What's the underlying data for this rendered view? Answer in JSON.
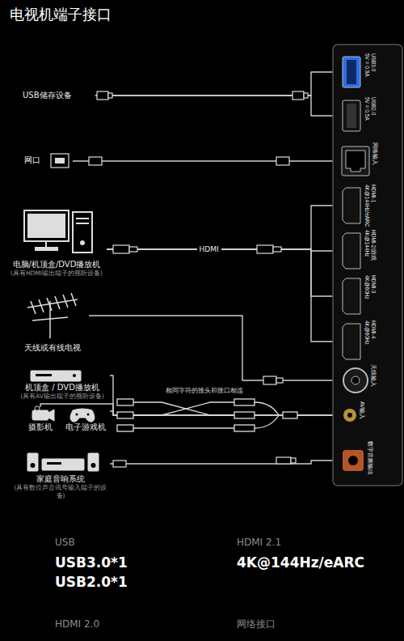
{
  "diagram": {
    "title": "电视机端子接口",
    "nodes": [
      {
        "text": [
          "USB储存设备"
        ]
      },
      {
        "text": [
          "网口"
        ]
      },
      {
        "text": [
          "电脑/机顶盒/DVD播放机",
          "(具有HDMI输出端子的视听设备)"
        ]
      },
      {
        "text": [
          "天线或有线电视"
        ]
      },
      {
        "text": [
          "机顶盒 / DVD播放机",
          "(具有AV输出端子的视听设备)"
        ]
      },
      {
        "text": [
          "摄影机"
        ]
      },
      {
        "text": [
          "电子游戏机"
        ]
      },
      {
        "text": [
          "家庭音响系统",
          "(具有数位声音讯号输入端子的设备)"
        ]
      },
      {
        "text": [
          "USB3.0",
          "5V = 0.9A"
        ]
      },
      {
        "text": [
          "USB2.0",
          "5V = 0.5A"
        ]
      },
      {
        "text": [
          "网络输入"
        ]
      },
      {
        "text": [
          "HDMI-1",
          "4K@144Hz/eARC"
        ]
      },
      {
        "text": [
          "HDMI-2/游戏",
          "4K@144Hz"
        ]
      },
      {
        "text": [
          "HDMI-3",
          "4K@60Hz"
        ]
      },
      {
        "text": [
          "HDMI-4",
          "4K@60Hz"
        ]
      },
      {
        "text": [
          "天线输入"
        ]
      },
      {
        "text": [
          "AV输入"
        ]
      },
      {
        "text": [
          "数字音频输出"
        ]
      }
    ],
    "edges": [
      {
        "from": 0,
        "to": 8,
        "arrow": "none"
      },
      {
        "from": 0,
        "to": 9,
        "arrow": "none"
      },
      {
        "from": 1,
        "to": 10,
        "arrow": "none"
      },
      {
        "from": 2,
        "to": 11,
        "label": "HDMI",
        "arrow": "none"
      },
      {
        "from": 2,
        "to": 12,
        "arrow": "none"
      },
      {
        "from": 2,
        "to": 13,
        "arrow": "none"
      },
      {
        "from": 2,
        "to": 14,
        "arrow": "none"
      },
      {
        "from": 3,
        "to": 15,
        "arrow": "none"
      },
      {
        "from": 4,
        "to": 16,
        "arrow": "none"
      },
      {
        "from": 5,
        "to": 16,
        "arrow": "none"
      },
      {
        "from": 6,
        "to": 16,
        "arrow": "none"
      },
      {
        "from": 7,
        "to": 17,
        "arrow": "none"
      }
    ],
    "labels": [
      "相同字符的接头和接口相连",
      "USB",
      "USB3.0*1",
      "USB2.0*1",
      "HDMI 2.1",
      "4K@144Hz/eARC",
      "HDMI 2.0",
      "网络接口"
    ]
  }
}
